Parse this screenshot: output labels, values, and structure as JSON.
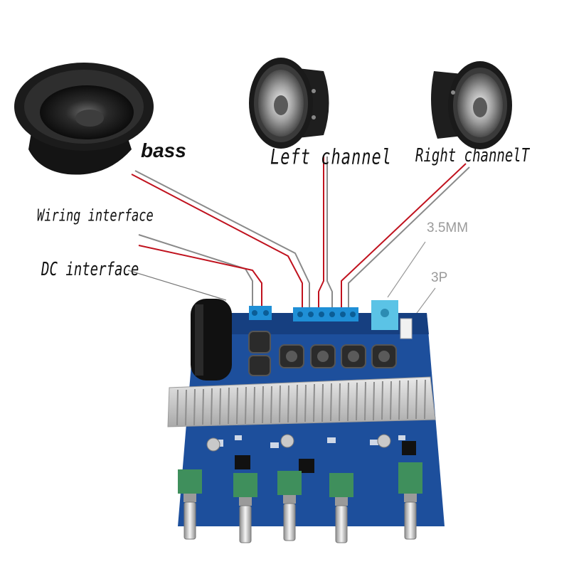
{
  "labels": {
    "bass": "bass",
    "left_channel": "Left channel",
    "right_channel": "Right channelT",
    "wiring_interface": "Wiring interface",
    "dc_interface": "DC interface",
    "jack_35mm": "3.5MM",
    "connector_3p": "3P"
  },
  "colors": {
    "wire_red": "#c0121e",
    "wire_gray": "#8a8a8a",
    "pcb_blue": "#1d4f9c",
    "terminal_blue": "#1f8fd6",
    "jack_cyan": "#5bc3e6",
    "heatsink": "#cfcfcf",
    "knob_green": "#3f8f5c"
  },
  "icons": [
    "speaker-icon",
    "amplifier-board-icon",
    "potentiometer-icon"
  ]
}
